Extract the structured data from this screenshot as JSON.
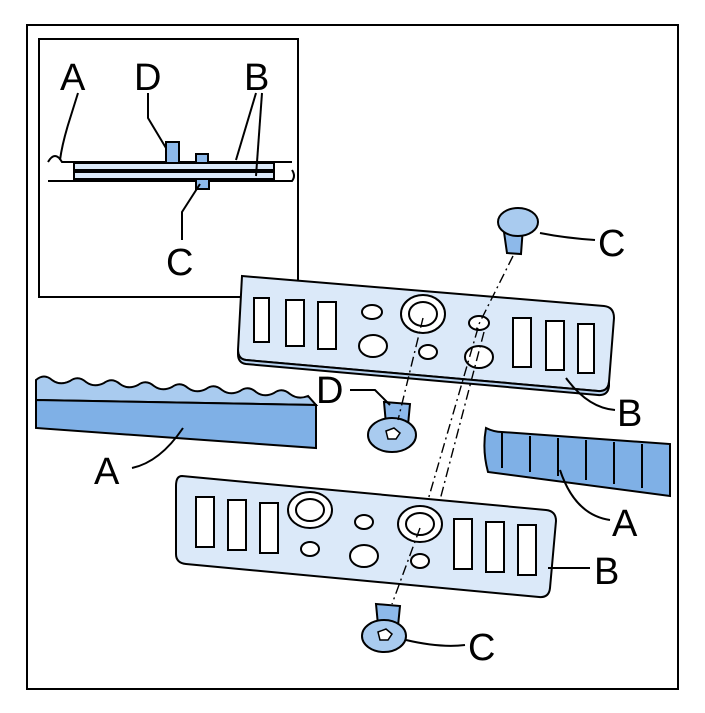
{
  "figure": {
    "labels": {
      "inset_a": "A",
      "inset_d": "D",
      "inset_b": "B",
      "inset_c": "C",
      "top_screw_c": "C",
      "upper_plate_b": "B",
      "left_rack_a": "A",
      "screw_d": "D",
      "right_rack_a": "A",
      "lower_plate_b": "B",
      "bottom_screw_c": "C"
    }
  }
}
